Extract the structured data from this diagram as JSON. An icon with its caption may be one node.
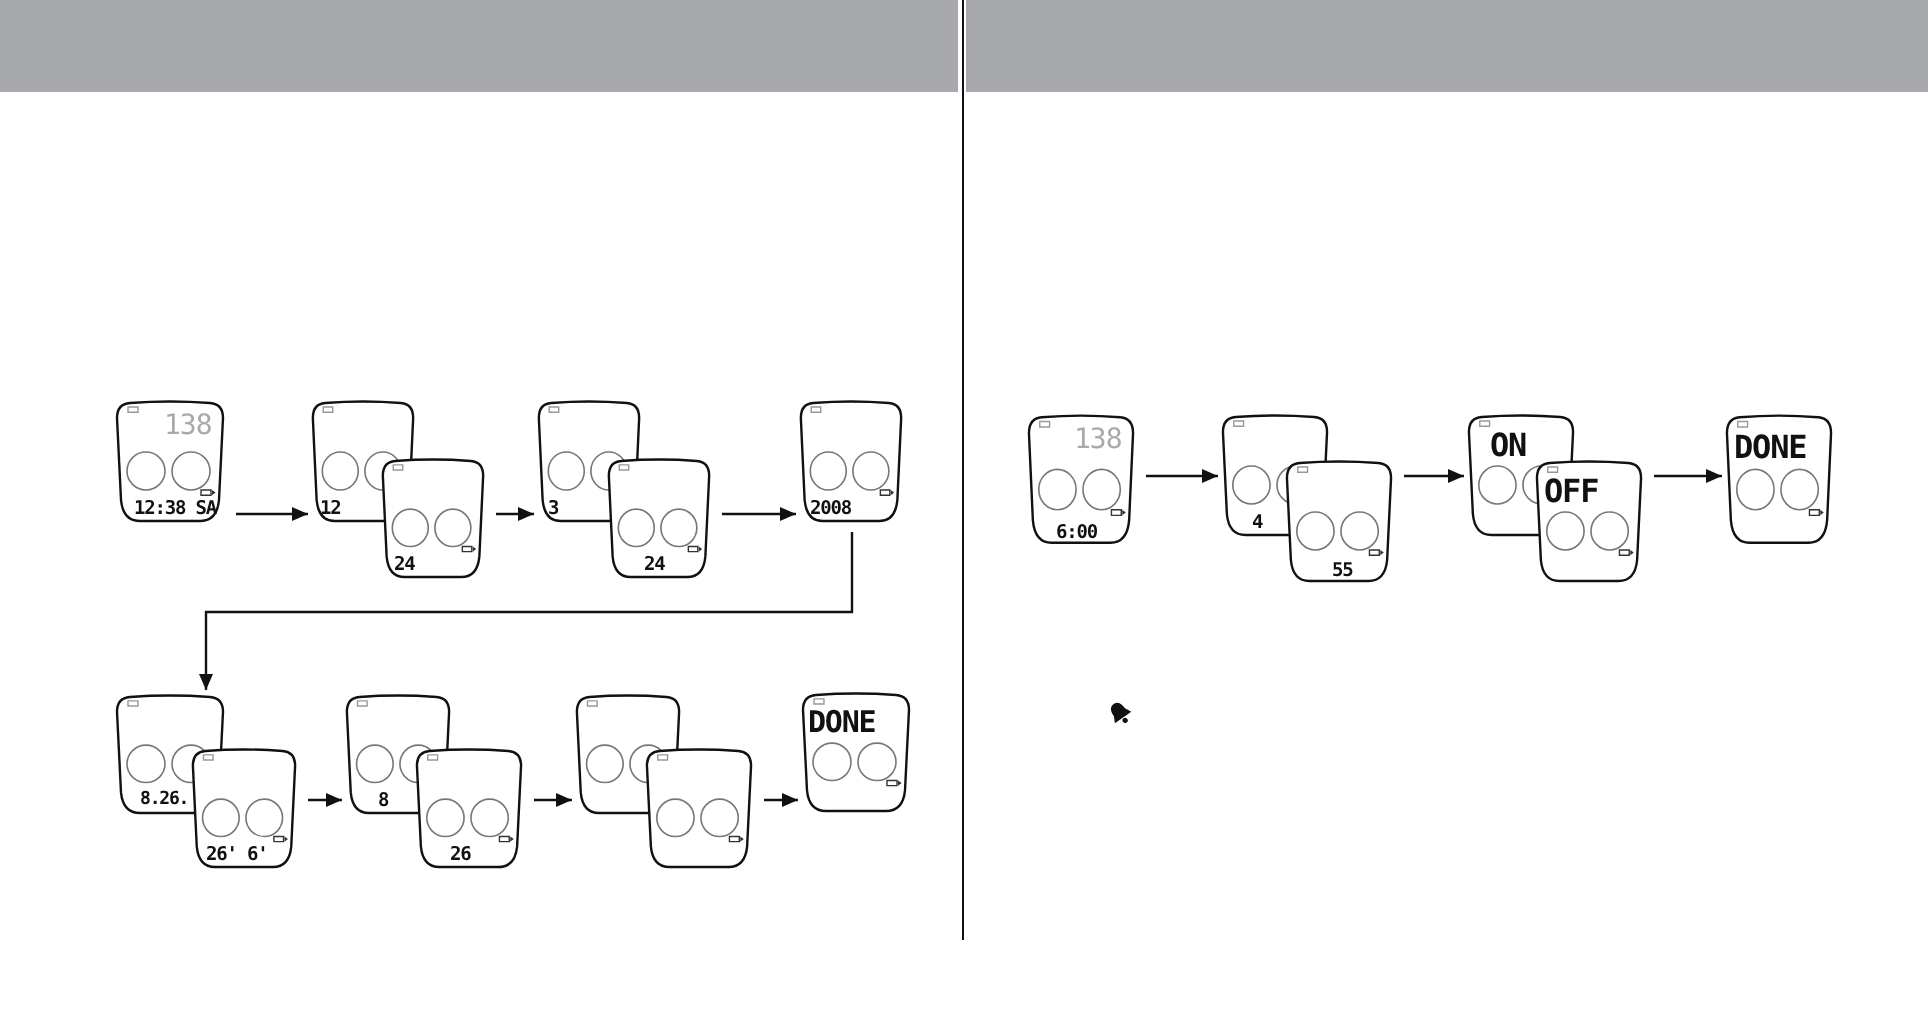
{
  "diagram": {
    "nodes": [
      {
        "text": [
          "138",
          "12:38 SA"
        ]
      },
      {
        "text": [
          "12"
        ]
      },
      {
        "text": [
          "24"
        ]
      },
      {
        "text": [
          "3"
        ]
      },
      {
        "text": [
          "24"
        ]
      },
      {
        "text": [
          "2008"
        ]
      },
      {
        "text": [
          "8.26."
        ]
      },
      {
        "text": [
          "26' 6'"
        ]
      },
      {
        "text": [
          "8"
        ]
      },
      {
        "text": [
          "26"
        ]
      },
      {
        "text": [],
        "shape": "picture"
      },
      {
        "text": [],
        "shape": "picture"
      },
      {
        "text": [
          "DONE"
        ]
      },
      {
        "text": [
          "138",
          "6:00"
        ]
      },
      {
        "text": [
          "4"
        ]
      },
      {
        "text": [
          "55"
        ]
      },
      {
        "text": [
          "ON"
        ]
      },
      {
        "text": [
          "OFF"
        ]
      },
      {
        "text": [
          "DONE"
        ]
      }
    ],
    "edges": [
      {
        "from": 0,
        "to": 1,
        "arrow": "to"
      },
      {
        "from": 2,
        "to": 3,
        "arrow": "to"
      },
      {
        "from": 4,
        "to": 5,
        "arrow": "to"
      },
      {
        "from": 5,
        "to": 6,
        "arrow": "to"
      },
      {
        "from": 7,
        "to": 8,
        "arrow": "to"
      },
      {
        "from": 9,
        "to": 10,
        "arrow": "to"
      },
      {
        "from": 11,
        "to": 12,
        "arrow": "to"
      },
      {
        "from": 13,
        "to": 14,
        "arrow": "to"
      },
      {
        "from": 15,
        "to": 16,
        "arrow": "to"
      },
      {
        "from": 17,
        "to": 18,
        "arrow": "to"
      }
    ]
  }
}
